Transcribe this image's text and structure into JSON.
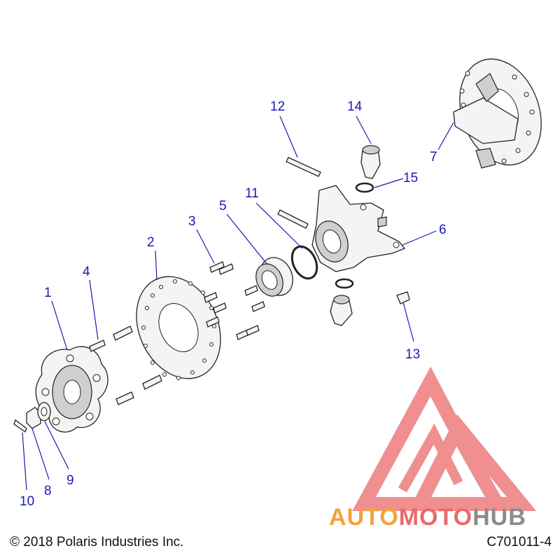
{
  "colors": {
    "callout": "#1a1ab4",
    "line": "#222222",
    "logo_red": "#ea6a6a",
    "logo_orange": "#f4a23a",
    "logo_gray": "#8c8c8c"
  },
  "callouts": [
    "1",
    "2",
    "3",
    "4",
    "5",
    "6",
    "7",
    "8",
    "9",
    "10",
    "11",
    "12",
    "13",
    "14",
    "15"
  ],
  "footer": {
    "copyright": "© 2018 Polaris Industries Inc.",
    "drawing_number": "C701011-4"
  },
  "watermark": {
    "part1": "AUTO",
    "part2": "MOTO",
    "part3": "HUB"
  }
}
